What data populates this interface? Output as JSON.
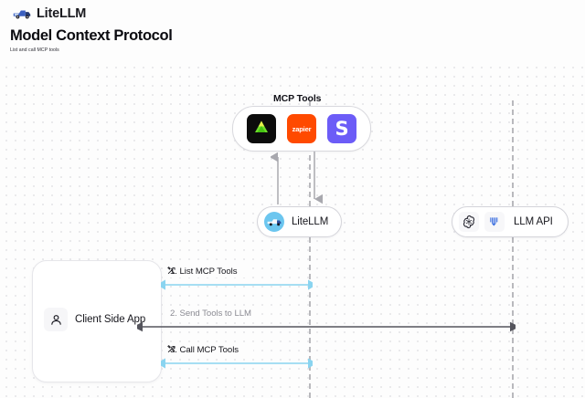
{
  "header": {
    "brand_name": "LiteLLM",
    "brand_logo_icon": "litellm-truck-logo",
    "title": "Model Context Protocol",
    "subtitle": "List and call MCP tools"
  },
  "diagram": {
    "type": "sequence-diagram",
    "mcp_group": {
      "label": "MCP Tools",
      "tools": [
        {
          "name": "dark-triangle-tool",
          "icon": "triangle-logo-icon",
          "bg": "#0c0c0c",
          "fg": "#8ee534"
        },
        {
          "name": "zapier",
          "icon": "zapier-wordmark-icon",
          "label": "zapier",
          "bg": "#ff4a00",
          "fg": "#ffffff"
        },
        {
          "name": "slack-s",
          "icon": "letter-s-icon",
          "label": "S",
          "bg": "#6c5cf7",
          "fg": "#ffffff"
        }
      ]
    },
    "nodes": [
      {
        "id": "client",
        "label": "Client Side App",
        "icon": "user-icon"
      },
      {
        "id": "litellm",
        "label": "LiteLLM",
        "icon": "litellm-avatar-icon"
      },
      {
        "id": "llmapi",
        "label": "LLM API",
        "icons": [
          "openai-logo-icon",
          "anthropic-logo-icon"
        ]
      }
    ],
    "flows": [
      {
        "label": "1. List MCP Tools",
        "icon": "tools-icon",
        "color": "#8ad4f0",
        "direction": "bidirectional",
        "from": "client",
        "to": "litellm"
      },
      {
        "label": "2. Send Tools to LLM",
        "color": "#55555d",
        "direction": "bidirectional",
        "from": "client",
        "to": "llmapi"
      },
      {
        "label": "3. Call MCP Tools",
        "icon": "tools-icon",
        "color": "#8ad4f0",
        "direction": "bidirectional",
        "from": "client",
        "to": "litellm"
      }
    ],
    "vertical_connectors": [
      {
        "name": "litellm-to-mcp-up",
        "direction": "up",
        "color": "#a8a8ae"
      },
      {
        "name": "mcp-to-litellm-down",
        "direction": "down",
        "color": "#a8a8ae"
      }
    ]
  },
  "colors": {
    "accent_blue": "#8ad4f0",
    "dark_line": "#55555d",
    "lifeline": "#b9b9bd",
    "canvas_bg": "#fdfdfd"
  }
}
